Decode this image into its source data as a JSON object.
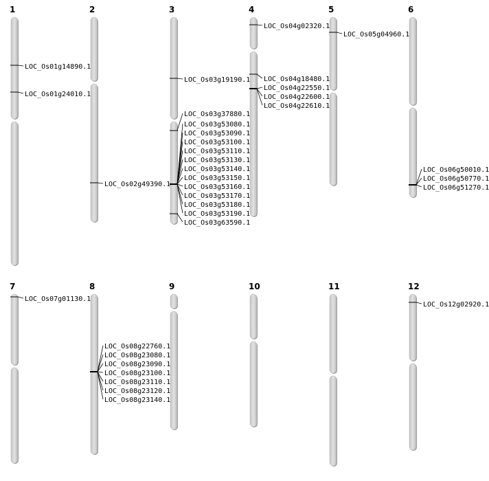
{
  "colors": {
    "chromosome_fill": "#d4d4d4",
    "chromosome_edge": "#888888",
    "line": "#000000"
  },
  "chromosomes": [
    {
      "name": "1",
      "markers": [
        [
          "LOC_Os01g14890.1"
        ],
        [
          "LOC_Os01g24010.1"
        ]
      ]
    },
    {
      "name": "2",
      "markers": [
        [
          "LOC_Os02g49390.1"
        ]
      ]
    },
    {
      "name": "3",
      "markers": [
        [
          "LOC_Os03g19190.1"
        ],
        [
          "LOC_Os03g37880.1"
        ],
        [
          "LOC_Os03g53080.1",
          "LOC_Os03g53090.1",
          "LOC_Os03g53100.1",
          "LOC_Os03g53110.1",
          "LOC_Os03g53130.1",
          "LOC_Os03g53140.1",
          "LOC_Os03g53150.1",
          "LOC_Os03g53160.1",
          "LOC_Os03g53170.1",
          "LOC_Os03g53180.1",
          "LOC_Os03g53190.1"
        ],
        [
          "LOC_Os03g63590.1"
        ]
      ]
    },
    {
      "name": "4",
      "markers": [
        [
          "LOC_Os04g02320.1"
        ],
        [
          "LOC_Os04g18480.1"
        ],
        [
          "LOC_Os04g22550.1",
          "LOC_Os04g22600.1",
          "LOC_Os04g22610.1"
        ]
      ]
    },
    {
      "name": "5",
      "markers": [
        [
          "LOC_Os05g04960.1"
        ]
      ]
    },
    {
      "name": "6",
      "markers": [
        [
          "LOC_Os06g50010.1",
          "LOC_Os06g50770.1",
          "LOC_Os06g51270.1"
        ]
      ]
    },
    {
      "name": "7",
      "markers": [
        [
          "LOC_Os07g01130.1"
        ]
      ]
    },
    {
      "name": "8",
      "markers": [
        [
          "LOC_Os08g22760.1",
          "LOC_Os08g23080.1",
          "LOC_Os08g23090.1",
          "LOC_Os08g23100.1",
          "LOC_Os08g23110.1",
          "LOC_Os08g23120.1",
          "LOC_Os08g23140.1"
        ]
      ]
    },
    {
      "name": "9",
      "markers": []
    },
    {
      "name": "10",
      "markers": []
    },
    {
      "name": "11",
      "markers": []
    },
    {
      "name": "12",
      "markers": [
        [
          "LOC_Os12g02920.1"
        ]
      ]
    }
  ]
}
